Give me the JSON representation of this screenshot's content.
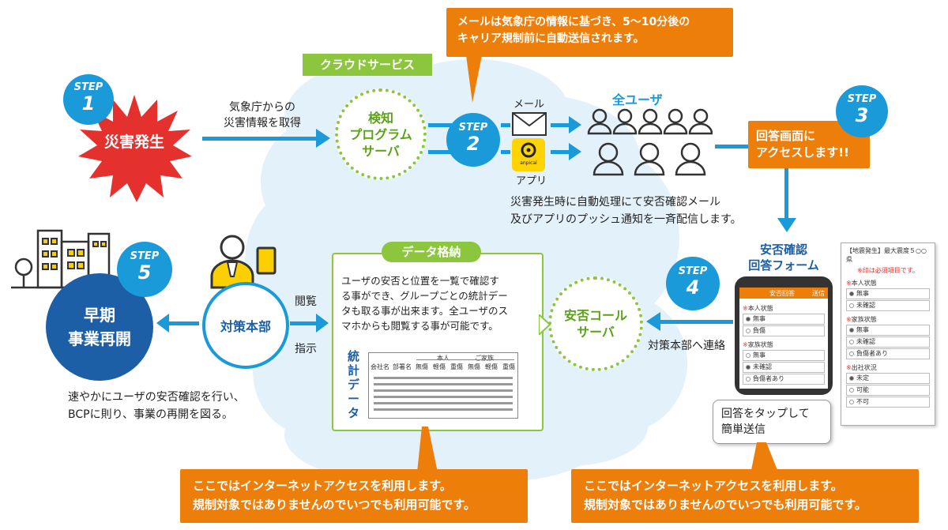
{
  "cloud_label": "クラウドサービス",
  "top_callout": "メールは気象庁の情報に基づき、5〜10分後の\nキャリア規制前に自動送信されます。",
  "step_word": "STEP",
  "steps": [
    "1",
    "2",
    "3",
    "4",
    "5"
  ],
  "disaster_label": "災害発生",
  "fetch_info": "気象庁からの\n災害情報を取得",
  "detect_server": "検知\nプログラム\nサーバ",
  "mail_label": "メール",
  "app_label": "アプリ",
  "app_icon_text": "anpical",
  "all_users": "全ユーザ",
  "auto_process": "災害発生時に自動処理にて安否確認メール\n及びアプリのプッシュ通知を一斉配信します。",
  "answer_screen": "回答画面に\nアクセスします!!",
  "safety_form_title": "安否確認\n回答フォーム",
  "phone_header": "安否回答",
  "phone_header_right": "送信",
  "phone_form": {
    "q1": "本人状態",
    "q1_opts": [
      "無事",
      "負傷"
    ],
    "q2": "家族状態",
    "q2_opts": [
      "無事",
      "未確認",
      "負傷者あり"
    ]
  },
  "tap_send": "回答をタップして\n簡単送信",
  "form_panel": {
    "header": "【地震発生】最大震度５○○県",
    "note": "※印は必須項目です。",
    "q1": "本人状態",
    "q1_opts": [
      "無事",
      "未確認"
    ],
    "q2": "家族状態",
    "q2_opts": [
      "無事",
      "未確認",
      "負傷者あり"
    ],
    "q3": "出社状況",
    "q3_opts": [
      "未定",
      "可能",
      "不可"
    ]
  },
  "contact_hq": "対策本部へ連絡",
  "call_server": "安否コール\nサーバ",
  "data_storage": "データ格納",
  "data_desc": "ユーザの安否と位置を一覧で確認す\nる事ができ、グループごとの統計デー\nタも取る事が出来ます。全ユーザのス\nマホからも閲覧する事が可能です。",
  "stats_label": "統計データ",
  "stats_table": {
    "group1": "本人",
    "group2": "ご家族",
    "headers": [
      "会社名",
      "部署名",
      "無傷",
      "軽傷",
      "重傷",
      "無傷",
      "軽傷",
      "重傷"
    ]
  },
  "browse": "閲覧",
  "instruct": "指示",
  "hq_label": "対策本部",
  "early_resume": "早期\n事業再開",
  "resume_desc": "速やかにユーザの安否確認を行い、\nBCPに則り、事業の再開を図る。",
  "bottom_callout_left": "ここではインターネットアクセスを利用します。\n規制対象ではありませんのでいつでも利用可能です。",
  "bottom_callout_right": "ここではインターネットアクセスを利用します。\n規制対象ではありませんのでいつでも利用可能です。",
  "colors": {
    "accent": "#1a9ad9",
    "orange": "#ee7e0a",
    "green": "#8cc63f",
    "red": "#e5312d",
    "dark_blue": "#1d5fa6"
  }
}
